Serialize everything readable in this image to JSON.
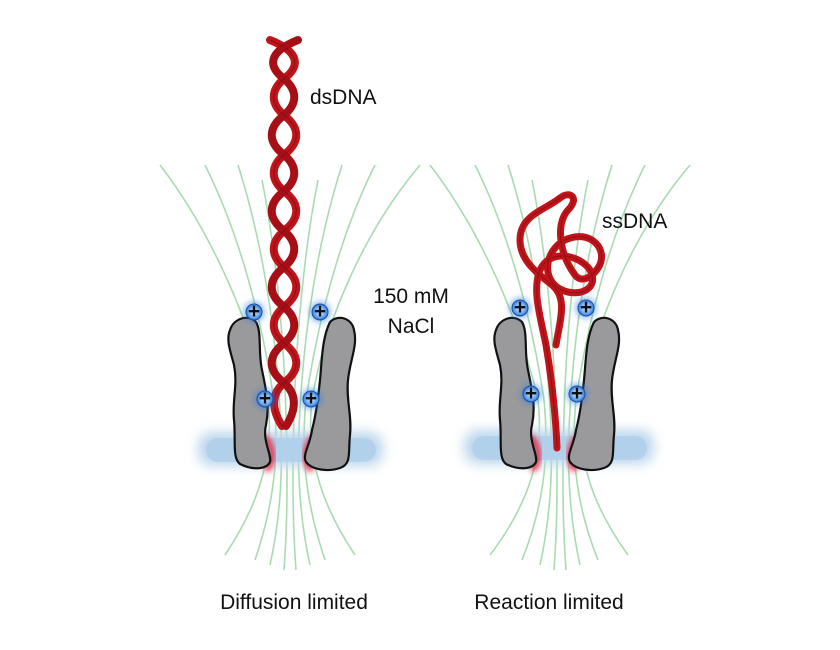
{
  "labels": {
    "dsdna": "dsDNA",
    "ssdna": "ssDNA",
    "salt_line1": "150 mM",
    "salt_line2": "NaCl",
    "left_caption": "Diffusion limited",
    "right_caption": "Reaction limited"
  },
  "charge_symbol": "+",
  "colors": {
    "background": "#ffffff",
    "dna": "#c0141b",
    "dna_dark": "#7a0a0e",
    "field_lines": "#9fd3a6",
    "pore_body": "#9a9a9c",
    "pore_outline": "#111111",
    "membrane": "#bcd6ec",
    "charge_fill": "#7fb4f2",
    "charge_glow": "#2b78e4",
    "rim_glow": "#e8233a"
  },
  "icons": [
    "positive-charge-icon",
    "nanopore-wall-icon",
    "dna-helix-icon"
  ]
}
